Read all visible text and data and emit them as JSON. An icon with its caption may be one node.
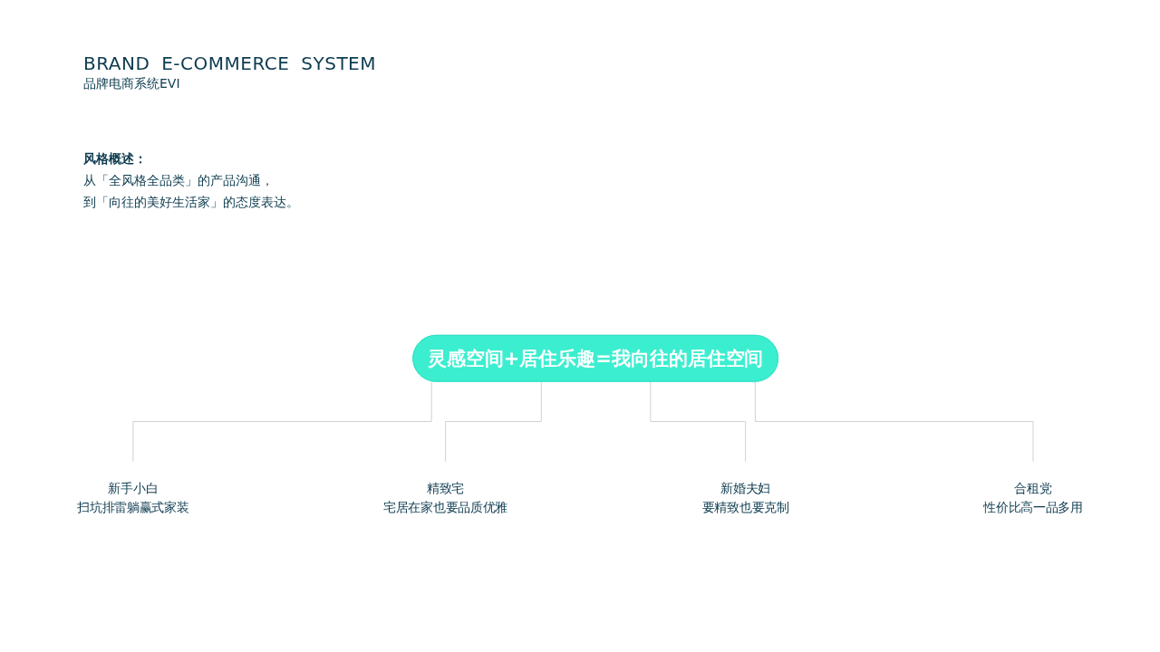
{
  "diagram": {
    "title": "BRAND E-COMMERCE SYSTEM",
    "nodes": [
      {
        "text": [
          "灵感空间+居住乐趣=我向往的居住空间"
        ]
      },
      {
        "text": [
          "新手小白",
          "扫坑排雷躺赢式家装"
        ]
      },
      {
        "text": [
          "精致宅",
          "宅居在家也要品质优雅"
        ]
      },
      {
        "text": [
          "新婚夫妇",
          "要精致也要克制"
        ]
      },
      {
        "text": [
          "合租党",
          "性价比高一品多用"
        ]
      }
    ],
    "edges": [
      {
        "from": 0,
        "to": 1,
        "arrow": "none"
      },
      {
        "from": 0,
        "to": 2,
        "arrow": "none"
      },
      {
        "from": 0,
        "to": 3,
        "arrow": "none"
      },
      {
        "from": 0,
        "to": 4,
        "arrow": "none"
      }
    ],
    "labels": [
      "品牌电商系统EVI",
      "风格概述：",
      "从「全风格全品类」的产品沟通，",
      "到「向往的美好生活家」的态度表达。"
    ]
  }
}
